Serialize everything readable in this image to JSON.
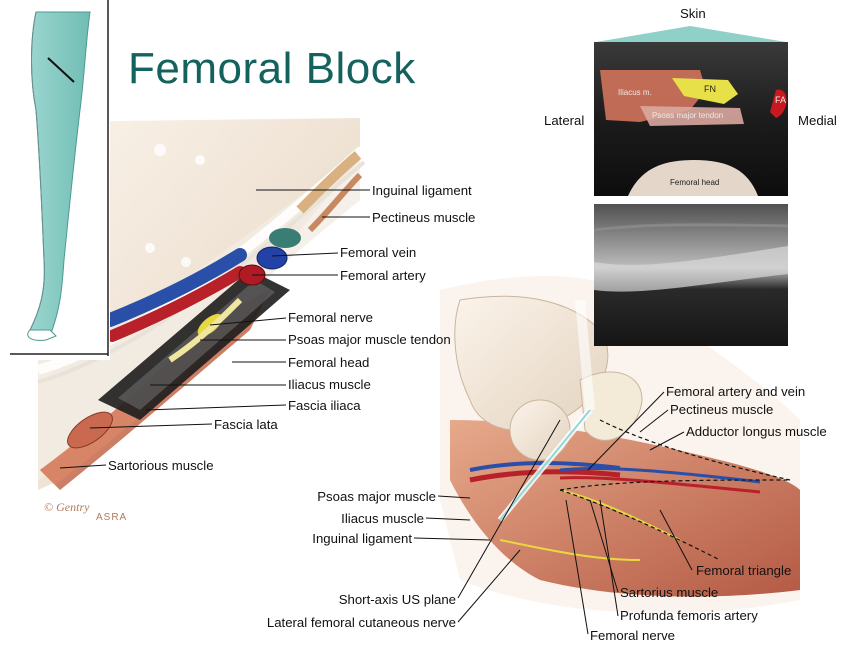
{
  "title": "Femoral Block",
  "ultrasound": {
    "skin": "Skin",
    "lateral": "Lateral",
    "medial": "Medial",
    "fn": "FN",
    "fa": "FA",
    "iliacus": "Iliacus m.",
    "psoas": "Psoas major tendon",
    "femoral_head": "Femoral head"
  },
  "left_labels": [
    "Inguinal ligament",
    "Pectineus muscle",
    "Femoral vein",
    "Femoral artery",
    "Femoral nerve",
    "Psoas major muscle tendon",
    "Femoral head",
    "Iliacus muscle",
    "Fascia iliaca",
    "Fascia lata",
    "Sartorious muscle"
  ],
  "right_labels": [
    "Femoral artery and vein",
    "Pectineus muscle",
    "Adductor longus muscle",
    "Psoas major muscle",
    "Iliacus muscle",
    "Inguinal ligament",
    "Short-axis US plane",
    "Lateral femoral cutaneous nerve",
    "Femoral triangle",
    "Sartorius muscle",
    "Profunda femoris artery",
    "Femoral nerve"
  ],
  "credit": {
    "copyright": "©",
    "signature": "Gentry",
    "org": "ASRA"
  },
  "colors": {
    "title": "#14625e",
    "leg": "#7cc8c0",
    "muscle": "#c8705a",
    "vein": "#2a4fa8",
    "artery": "#b8202a",
    "nerve": "#e8d840"
  }
}
